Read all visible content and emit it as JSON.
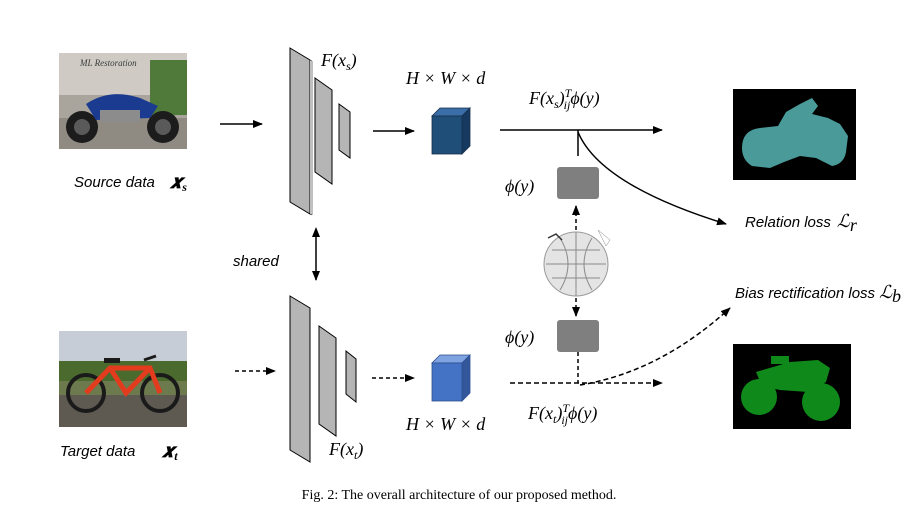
{
  "source": {
    "label": "Source data",
    "symbol": "𝒙",
    "sub": "s"
  },
  "target": {
    "label": "Target data",
    "symbol": "𝒙",
    "sub": "t"
  },
  "shared_label": "shared",
  "feature_source": "F(x",
  "feature_source_sub": "s",
  "feature_source_close": ")",
  "feature_target": "F(x",
  "feature_target_sub": "t",
  "feature_target_close": ")",
  "tensor_label": "H × W × d",
  "source_product": {
    "pre": "F(x",
    "sub1": "s",
    "mid": ")",
    "sup": "T",
    "sub2": "ij",
    "post": "ϕ(y)"
  },
  "target_product": {
    "pre": "F(x",
    "sub1": "t",
    "mid": ")",
    "sup": "T",
    "sub2": "ij",
    "post": "ϕ(y)"
  },
  "phi_label": "ϕ(y)",
  "relation_loss": {
    "label": "Relation loss",
    "symbol": "ℒ",
    "sub": "r"
  },
  "bias_loss": {
    "label": "Bias rectification loss",
    "symbol": "ℒ",
    "sub": "b"
  },
  "caption": "Fig. 2: The overall architecture of our proposed method.",
  "colors": {
    "source_cube": "#1f4e79",
    "target_cube": "#4472c4",
    "source_mask": "#4a9a9a",
    "target_mask": "#0f8a1a",
    "mask_bg": "#000000",
    "phi_box": "#7f7f7f"
  }
}
